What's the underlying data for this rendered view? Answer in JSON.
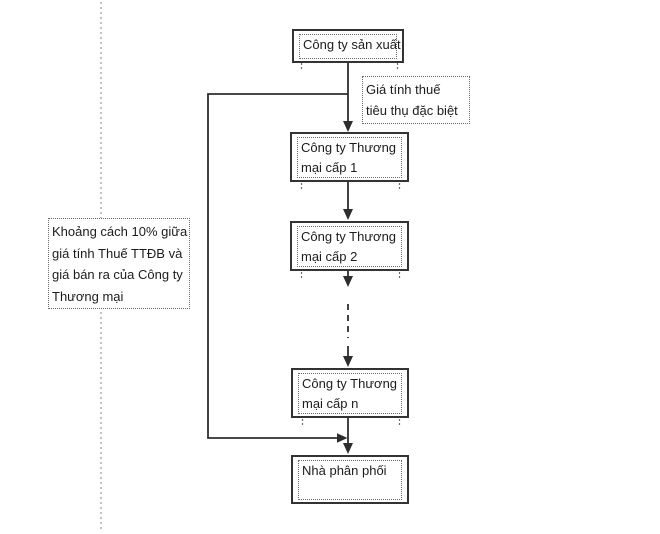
{
  "diagram": {
    "type": "flowchart",
    "nodes": {
      "producer": {
        "label": "Công ty sản xuất"
      },
      "trader_1": {
        "label": "Công ty Thương mại cấp 1"
      },
      "trader_2": {
        "label": "Công ty Thương mại cấp 2"
      },
      "trader_n": {
        "label": "Công ty Thương mại cấp n"
      },
      "distributor": {
        "label": "Nhà phân phối"
      }
    },
    "annotations": {
      "tax_base": {
        "label": "Giá tính thuế tiêu thụ đặc biệt"
      },
      "gap_note": {
        "label": "Khoảng cách 10% giữa giá tính Thuế TTĐB và giá bán ra của Công ty Thương mại"
      }
    },
    "flow_order": [
      "producer",
      "trader_1",
      "trader_2",
      "…",
      "trader_n",
      "distributor"
    ],
    "colors": {
      "line": "#2e2e2e",
      "box_border": "#333333",
      "dotted_border": "#6a6a6a",
      "guide_line": "#9a9a9a",
      "text": "#1c1c1c",
      "background": "#ffffff"
    }
  }
}
